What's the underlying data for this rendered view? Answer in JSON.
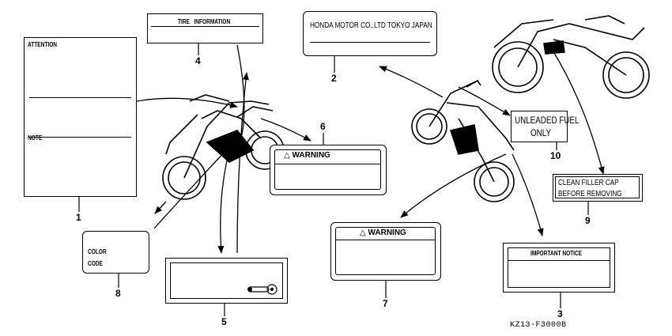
{
  "labels": {
    "l1": {
      "attention": "ATTENTION",
      "note": "NOTE",
      "number": "1"
    },
    "l2": {
      "text": "HONDA MOTOR CO.,LTD TOKYO JAPAN",
      "number": "2"
    },
    "l3": {
      "text": "IMPORTANT NOTICE",
      "number": "3"
    },
    "l4": {
      "text": "TIRE   INFORMATION",
      "number": "4"
    },
    "l5": {
      "number": "5"
    },
    "l6": {
      "text": "WARNING",
      "number": "6"
    },
    "l7": {
      "text": "WARNING",
      "number": "7"
    },
    "l8": {
      "line1": "COLOR",
      "line2": "CODE",
      "number": "8"
    },
    "l9": {
      "line1": "CLEAN FILLER CAP",
      "line2": "BEFORE REMOVING",
      "number": "9"
    },
    "l10": {
      "line1": "UNLEADED FUEL",
      "line2": "ONLY",
      "number": "10"
    }
  },
  "warning_symbol": "△",
  "part_code": "KZ13-F3000B",
  "icons": [
    "motorcycle-icon",
    "chain-adjuster-icon"
  ]
}
